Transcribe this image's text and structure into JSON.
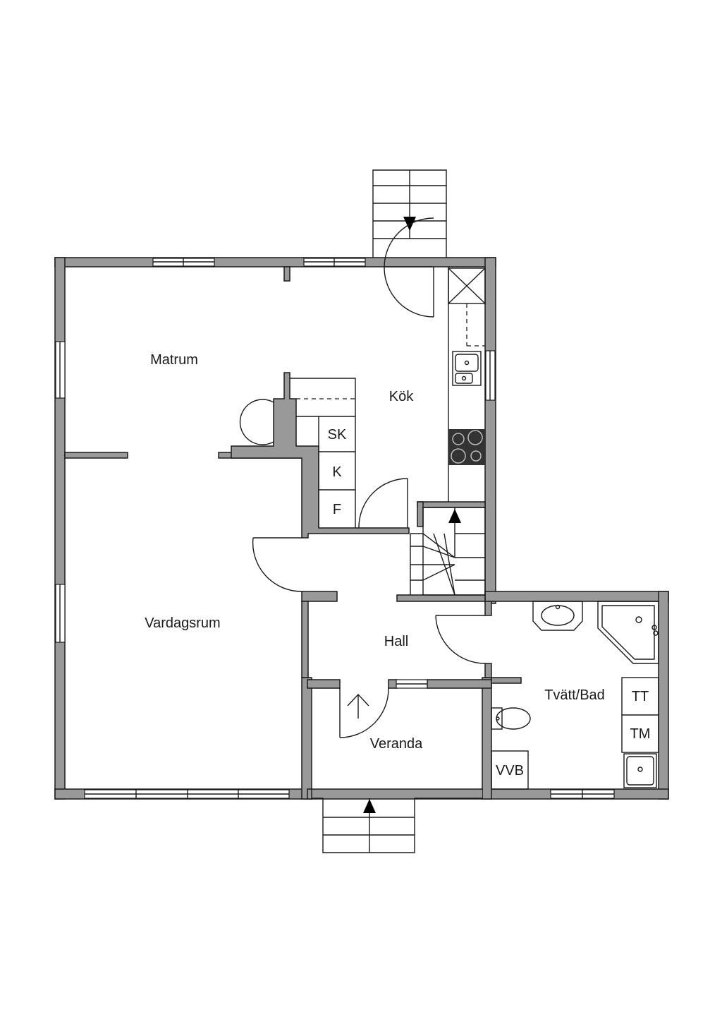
{
  "rooms": {
    "matrum": "Matrum",
    "kok": "Kök",
    "vardagsrum": "Vardagsrum",
    "hall": "Hall",
    "veranda": "Veranda",
    "tvatt_bad": "Tvätt/Bad"
  },
  "fixtures": {
    "sk": "SK",
    "k": "K",
    "f": "F",
    "tt": "TT",
    "tm": "TM",
    "vvb": "VVB"
  },
  "colors": {
    "wall": "#999999",
    "line": "#1a1a1a",
    "stove": "#333333",
    "background": "#ffffff"
  }
}
